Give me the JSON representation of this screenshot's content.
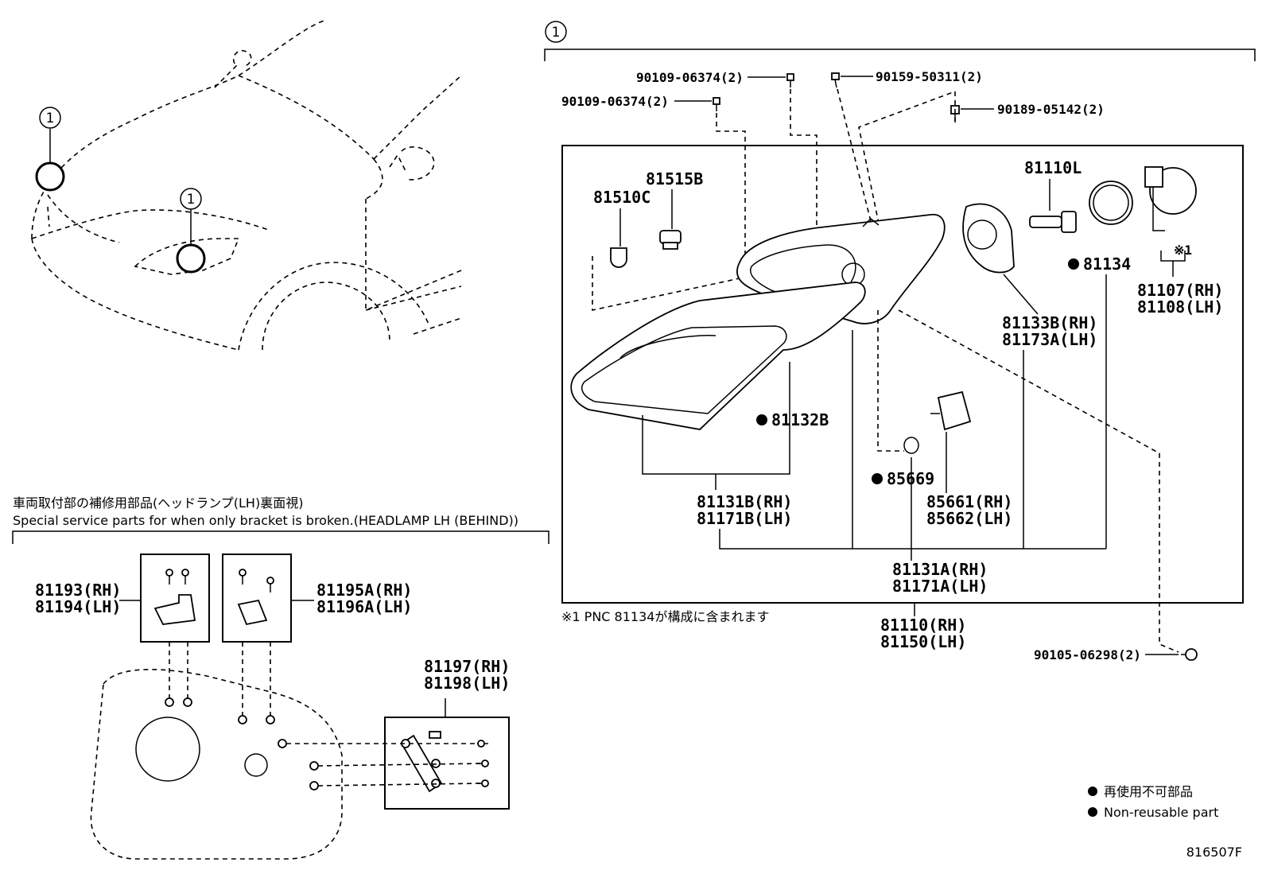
{
  "callout_marker": "1",
  "header": {
    "ref_marker": "1"
  },
  "parts": {
    "p90109a": "90109-06374(2)",
    "p90109b": "90109-06374(2)",
    "p90159": "90159-50311(2)",
    "p90189": "90189-05142(2)",
    "p81515b": "81515B",
    "p81510c": "81510C",
    "p81110l": "81110L",
    "p81134": "81134",
    "p81107": "81107(RH)",
    "p81108": "81108(LH)",
    "note_mark": "※1",
    "p81133b": "81133B(RH)",
    "p81173a": "81173A(LH)",
    "p81132b": "81132B",
    "p85669": "85669",
    "p81131b": "81131B(RH)",
    "p81171b": "81171B(LH)",
    "p85661": "85661(RH)",
    "p85662": "85662(LH)",
    "p81131a": "81131A(RH)",
    "p81171a": "81171A(LH)",
    "p81110": "81110(RH)",
    "p81150": "81150(LH)",
    "p90105": "90105-06298(2)"
  },
  "note": "※1 PNC 81134が構成に含まれます",
  "service": {
    "title_jp": "車両取付部の補修用部品(ヘッドランプ(LH)裏面視)",
    "title_en": "Special service parts for when only bracket is broken.(HEADLAMP LH (BEHIND))",
    "p81193": "81193(RH)",
    "p81194": "81194(LH)",
    "p81195a": "81195A(RH)",
    "p81196a": "81196A(LH)",
    "p81197": "81197(RH)",
    "p81198": "81198(LH)"
  },
  "legend": {
    "jp": "再使用不可部品",
    "en": "Non-reusable part"
  },
  "figure_id": "816507F"
}
